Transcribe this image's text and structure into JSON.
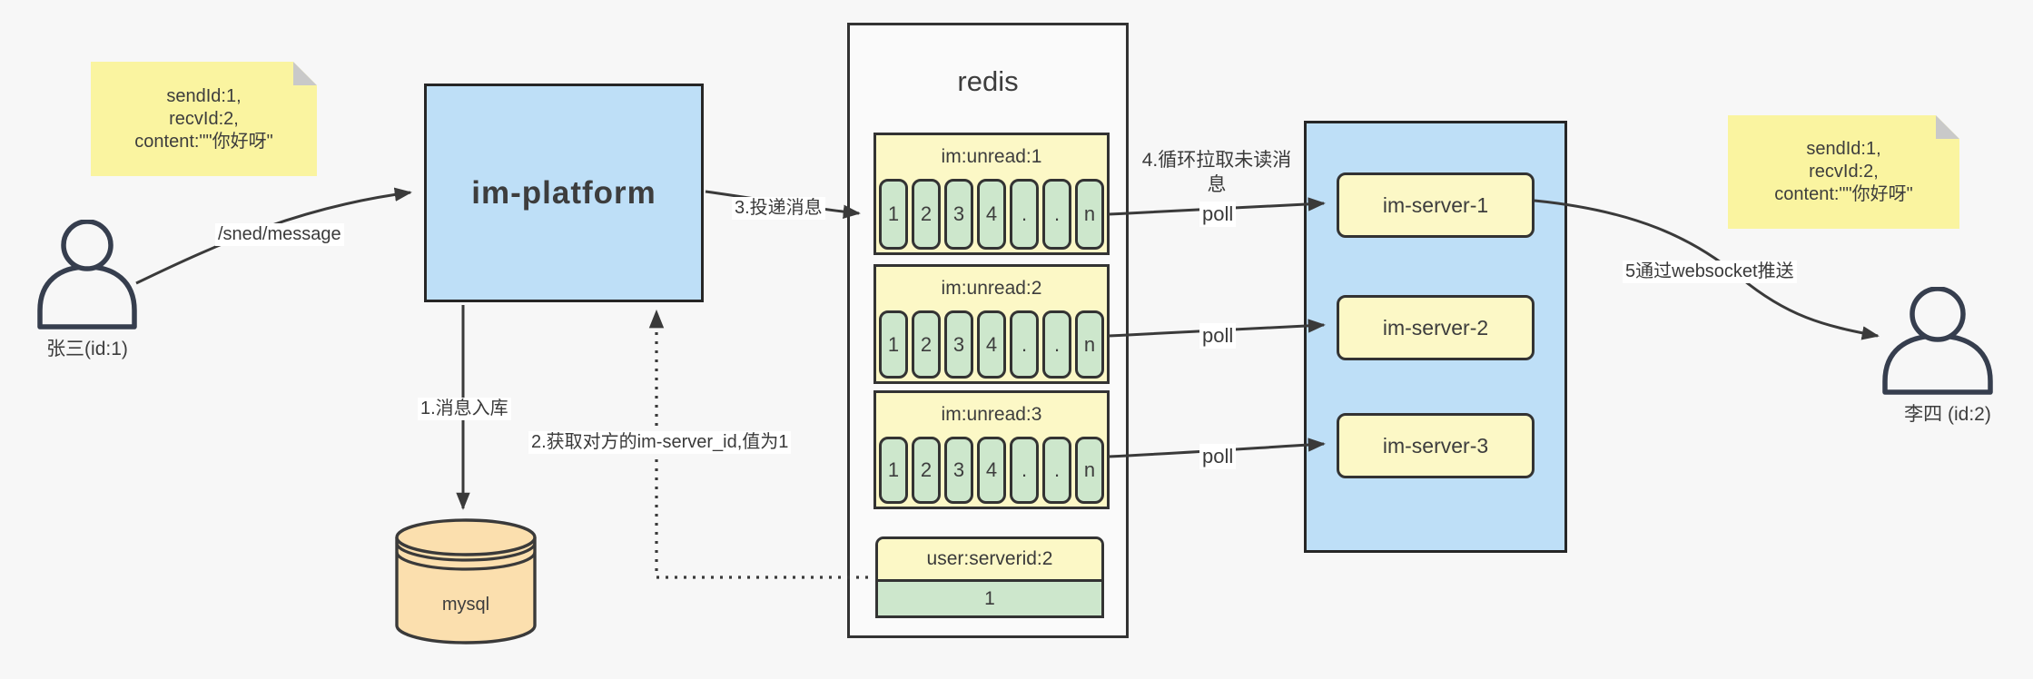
{
  "sticky_left": {
    "lines": [
      "sendId:1,",
      "recvId:2,",
      "content:\"\"你好呀\""
    ]
  },
  "sticky_right": {
    "lines": [
      "sendId:1,",
      "recvId:2,",
      "content:\"\"你好呀\""
    ]
  },
  "actors": {
    "left": {
      "label": "张三(id:1)"
    },
    "right": {
      "label": "李四 (id:2)"
    }
  },
  "platform": {
    "label": "im-platform"
  },
  "database": {
    "label": "mysql"
  },
  "redis": {
    "title": "redis",
    "queues": [
      {
        "title": "im:unread:1",
        "cells": [
          "1",
          "2",
          "3",
          "4",
          ".",
          ".",
          "n"
        ]
      },
      {
        "title": "im:unread:2",
        "cells": [
          "1",
          "2",
          "3",
          "4",
          ".",
          ".",
          "n"
        ]
      },
      {
        "title": "im:unread:3",
        "cells": [
          "1",
          "2",
          "3",
          "4",
          ".",
          ".",
          "n"
        ]
      }
    ],
    "kv": {
      "title": "user:serverid:2",
      "value": "1"
    }
  },
  "server_cluster": {
    "servers": [
      {
        "label": "im-server-1"
      },
      {
        "label": "im-server-2"
      },
      {
        "label": "im-server-3"
      }
    ]
  },
  "edges": {
    "send_message": "/sned/message",
    "store_db": "1.消息入库",
    "get_server_id": "2.获取对方的im-server_id,值为1",
    "deliver": "3.投递消息",
    "poll_loop": "4.循环拉取未读消息",
    "poll1": "poll",
    "poll2": "poll",
    "poll3": "poll",
    "websocket_push": "5通过websocket推送"
  },
  "colors": {
    "background": "#f7f7f7",
    "note_yellow": "#faf4a0",
    "block_yellow": "#fcf8c6",
    "cell_green": "#cde7cc",
    "box_blue": "#bedff7",
    "db_orange": "#fbdfae",
    "line_dark": "#3a3a3a"
  }
}
